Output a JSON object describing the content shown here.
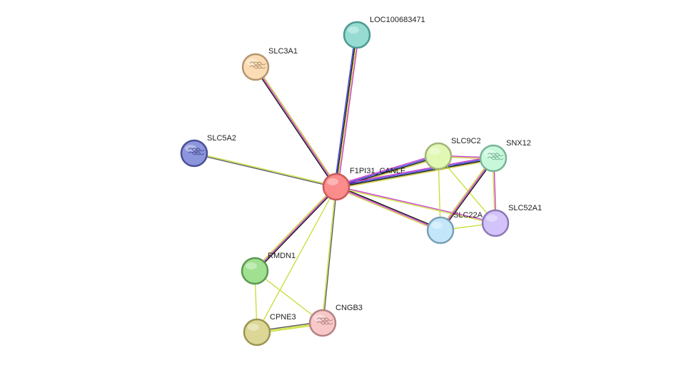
{
  "network": {
    "nodes": [
      {
        "id": "F1PI31_CANLF",
        "label": "F1PI31_CANLF",
        "fill": "#fb8c8c",
        "stroke": "#c85a5a",
        "icon": "none"
      },
      {
        "id": "LOC100683471",
        "label": "LOC100683471",
        "fill": "#96dcd3",
        "stroke": "#4a9a90",
        "icon": "none"
      },
      {
        "id": "SLC3A1",
        "label": "SLC3A1",
        "fill": "#fbdcb4",
        "stroke": "#b4966e",
        "icon": "protein-structure-icon"
      },
      {
        "id": "SLC5A2",
        "label": "SLC5A2",
        "fill": "#8c96dc",
        "stroke": "#4a5096",
        "icon": "protein-structure-icon"
      },
      {
        "id": "SLC9C2",
        "label": "SLC9C2",
        "fill": "#e1f8b4",
        "stroke": "#a0b478",
        "icon": "none"
      },
      {
        "id": "SNX12",
        "label": "SNX12",
        "fill": "#c8f8dc",
        "stroke": "#78b496",
        "icon": "protein-structure-icon"
      },
      {
        "id": "SLC22A",
        "label": "SLC22A",
        "fill": "#c3e6fa",
        "stroke": "#78a0b4",
        "icon": "none"
      },
      {
        "id": "SLC52A1",
        "label": "SLC52A1",
        "fill": "#d2c3fa",
        "stroke": "#8c78b4",
        "icon": "none"
      },
      {
        "id": "RMDN1",
        "label": "RMDN1",
        "fill": "#a0e191",
        "stroke": "#5a9a4e",
        "icon": "none"
      },
      {
        "id": "CPNE3",
        "label": "CPNE3",
        "fill": "#dcd796",
        "stroke": "#9a9650",
        "icon": "none"
      },
      {
        "id": "CNGB3",
        "label": "CNGB3",
        "fill": "#f8c8c8",
        "stroke": "#b48282",
        "icon": "protein-structure-icon"
      }
    ],
    "edges": [
      {
        "source": "F1PI31_CANLF",
        "target": "LOC100683471",
        "colors": [
          "#3232dc",
          "#000000",
          "#c8c832",
          "#c832c8"
        ]
      },
      {
        "source": "F1PI31_CANLF",
        "target": "SLC3A1",
        "colors": [
          "#000000",
          "#c832c8",
          "#c8c832"
        ]
      },
      {
        "source": "F1PI31_CANLF",
        "target": "SLC5A2",
        "colors": [
          "#555555",
          "#c8dc32"
        ]
      },
      {
        "source": "F1PI31_CANLF",
        "target": "SLC9C2",
        "colors": [
          "#c832c8",
          "#3232dc",
          "#000000",
          "#c8c832"
        ]
      },
      {
        "source": "F1PI31_CANLF",
        "target": "SNX12",
        "colors": [
          "#c832c8",
          "#3232dc",
          "#000000",
          "#c8c832"
        ]
      },
      {
        "source": "F1PI31_CANLF",
        "target": "SLC22A",
        "colors": [
          "#000000",
          "#c832c8",
          "#c8c832"
        ]
      },
      {
        "source": "F1PI31_CANLF",
        "target": "SLC52A1",
        "colors": [
          "#c832c8",
          "#c8dc32"
        ]
      },
      {
        "source": "F1PI31_CANLF",
        "target": "RMDN1",
        "colors": [
          "#000000",
          "#c832c8",
          "#c8dc32"
        ]
      },
      {
        "source": "F1PI31_CANLF",
        "target": "CNGB3",
        "colors": [
          "#555555",
          "#c8dc32"
        ]
      },
      {
        "source": "F1PI31_CANLF",
        "target": "CPNE3",
        "colors": [
          "#c8dc32"
        ]
      },
      {
        "source": "SLC9C2",
        "target": "SNX12",
        "colors": [
          "#c832c8",
          "#c8c832"
        ]
      },
      {
        "source": "SLC9C2",
        "target": "SLC22A",
        "colors": [
          "#c8dc32"
        ]
      },
      {
        "source": "SLC9C2",
        "target": "SLC52A1",
        "colors": [
          "#c8dc32"
        ]
      },
      {
        "source": "SNX12",
        "target": "SLC22A",
        "colors": [
          "#000000",
          "#c832c8",
          "#c8c832"
        ]
      },
      {
        "source": "SNX12",
        "target": "SLC52A1",
        "colors": [
          "#c832c8",
          "#c8dc32"
        ]
      },
      {
        "source": "SLC22A",
        "target": "SLC52A1",
        "colors": [
          "#c8dc32"
        ]
      },
      {
        "source": "RMDN1",
        "target": "CPNE3",
        "colors": [
          "#c8dc32"
        ]
      },
      {
        "source": "RMDN1",
        "target": "CNGB3",
        "colors": [
          "#c8dc32"
        ]
      },
      {
        "source": "CPNE3",
        "target": "CNGB3",
        "colors": [
          "#555555",
          "#c8dc32",
          "#c8dc32"
        ]
      }
    ]
  }
}
